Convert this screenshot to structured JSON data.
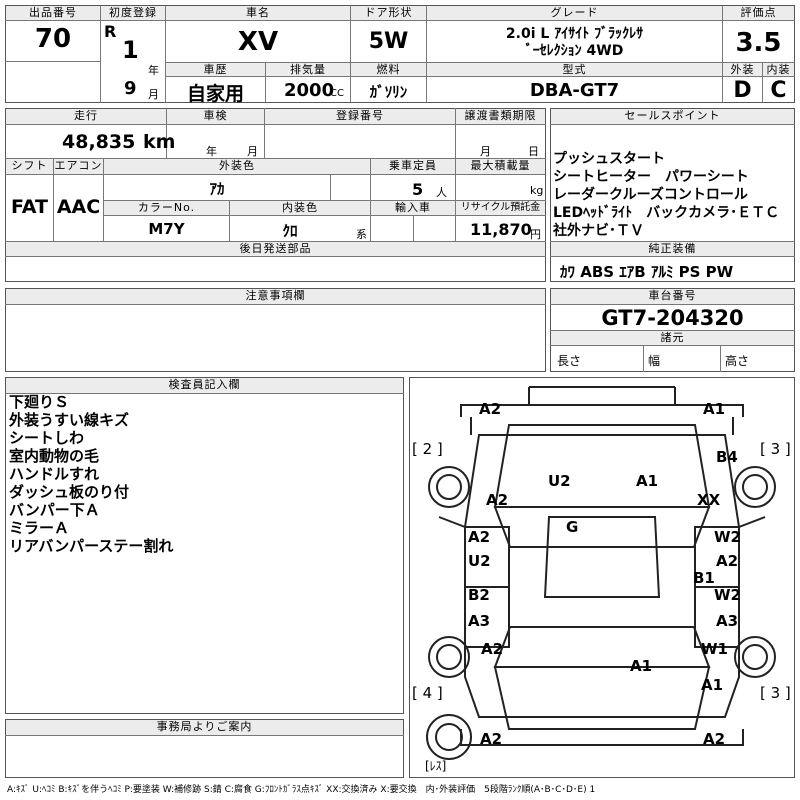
{
  "header": {
    "lot_no_label": "出品番号",
    "lot_no": "70",
    "first_reg_label": "初度登録",
    "era": "R",
    "reg_year": "1",
    "year_unit": "年",
    "reg_month": "9",
    "month_unit": "月",
    "car_name_label": "車名",
    "car_name": "XV",
    "door_label": "ドア形状",
    "door": "5W",
    "grade_label": "グレード",
    "grade_line1": "2.0i L ｱｲｻｲﾄ ﾌﾞﾗｯｸﾚｻ",
    "grade_line2": "ﾞｰｾﾚｸｼｮﾝ 4WD",
    "score_label": "評価点",
    "score": "3.5",
    "history_label": "車歴",
    "history": "自家用",
    "displacement_label": "排気量",
    "displacement": "2000",
    "cc_unit": "CC",
    "fuel_label": "燃料",
    "fuel": "ｶﾞｿﾘﾝ",
    "model_label": "型式",
    "model": "DBA-GT7",
    "exterior_label": "外装",
    "exterior_grade": "D",
    "interior_label": "内装",
    "interior_grade": "C"
  },
  "details": {
    "mileage_label": "走行",
    "mileage": "48,835",
    "km_unit": "km",
    "inspection_label": "車検",
    "insp_year_unit": "年",
    "insp_month_unit": "月",
    "reg_no_label": "登録番号",
    "transfer_label": "譲渡書類期限",
    "transfer_month_unit": "月",
    "transfer_day_unit": "日",
    "shift_label": "シフト",
    "shift": "FAT",
    "ac_label": "エアコン",
    "ac": "AAC",
    "ext_color_label": "外装色",
    "ext_color": "ｱｶ",
    "color_no_label": "カラーNo.",
    "color_no": "M7Y",
    "int_color_label": "内装色",
    "int_color": "ｸﾛ",
    "int_color_suffix": "系",
    "capacity_label": "乗車定員",
    "capacity": "5",
    "capacity_unit": "人",
    "max_load_label": "最大積載量",
    "max_load_unit": "kg",
    "import_label": "輸入車",
    "recycle_label": "リサイクル預託金",
    "recycle": "11,870",
    "recycle_unit": "円",
    "later_parts_label": "後日発送部品"
  },
  "sales_points": {
    "label": "セールスポイント",
    "text": "プッシュスタート\nシートヒーター　パワーシート\nレーダークルーズコントロール\nLEDﾍｯﾄﾞﾗｲﾄ　バックカメラ･ＥＴＣ\n社外ナビ･ＴＶ"
  },
  "equipment": {
    "label": "純正装備",
    "items": "ｶﾜ ABS ｴｱB ｱﾙﾐ PS PW"
  },
  "notes": {
    "label": "注意事項欄"
  },
  "chassis": {
    "label": "車台番号",
    "number": "GT7-204320",
    "specs_label": "諸元",
    "length_label": "長さ",
    "width_label": "幅",
    "height_label": "高さ"
  },
  "inspector": {
    "label": "検査員記入欄",
    "text": "下廻りＳ\n外装うすい線キズ\nシートしわ\n室内動物の毛\nハンドルすれ\nダッシュ板のり付\nバンパー下Ａ\nミラーＡ\nリアバンパーステー割れ"
  },
  "diagram": {
    "tire2": "[ 2 ]",
    "tire3a": "[ 3 ]",
    "tire4": "[ 4 ]",
    "tire3b": "[ 3 ]",
    "spare": "[ﾚｽ]",
    "front_left": "A2",
    "front_right": "A1",
    "hood_left": "U2",
    "hood_right": "A1",
    "front_fender_left": "A2",
    "headlight_right": "B4",
    "front_fender_right": "XX",
    "windshield": "G",
    "front_door_left_1": "A2",
    "front_door_left_2": "U2",
    "front_door_right_1": "W2",
    "front_door_right_2": "A2",
    "pillar_right": "B1",
    "rear_door_left_1": "B2",
    "rear_door_left_2": "A3",
    "rear_door_right_1": "W2",
    "rear_door_right_2": "A3",
    "rear_fender_left": "A2",
    "rear_fender_right": "W1",
    "trunk": "A1",
    "rear_quarter_right": "A1",
    "rear_bumper_left": "A2",
    "rear_bumper_right": "A2"
  },
  "office": {
    "label": "事務局よりご案内"
  },
  "legend": "A:ｷｽﾞ U:ﾍｺﾐ B:ｷｽﾞを伴うﾍｺﾐ P:要塗装 W:補修跡 S:錆 C:腐食 G:ﾌﾛﾝﾄｶﾞﾗｽ点ｷｽﾞ XX:交換済み X:要交換　内･外装評価　5段階ﾗﾝｸ順(A･B･C･D･E) 1"
}
